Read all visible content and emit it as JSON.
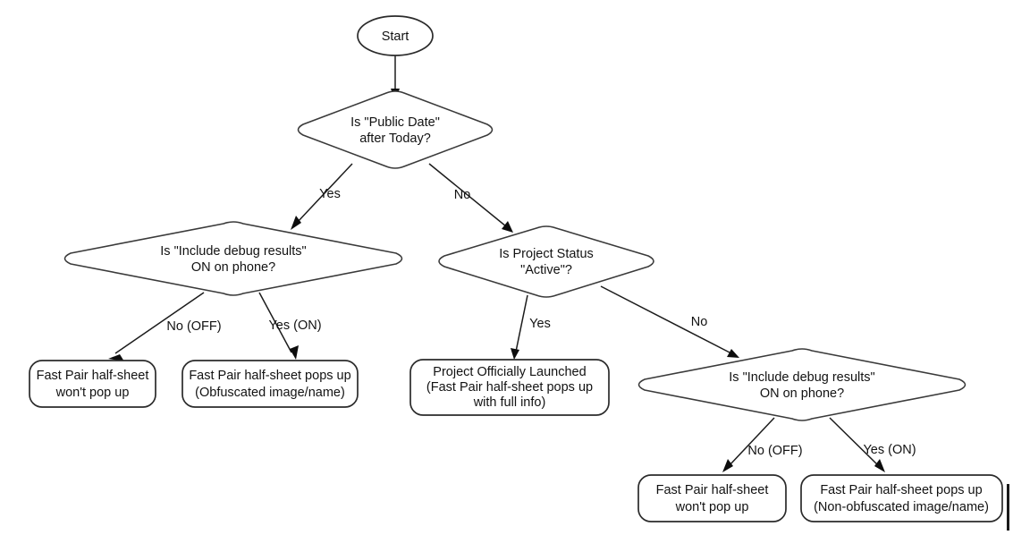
{
  "diagram": {
    "title": "Fast Pair Half-Sheet Decision Flowchart",
    "type": "flowchart",
    "background_color": "#ffffff",
    "node_fill": "#ffffff",
    "node_stroke": "#3a3a3a",
    "edge_color": "#1c1c1c",
    "text_color": "#121212"
  },
  "nodes": {
    "start": {
      "shape": "ellipse",
      "label": "Start",
      "lines": [
        "Start"
      ]
    },
    "public_date": {
      "shape": "diamond",
      "label": "Is \"Public Date\" after Today?",
      "lines": [
        "Is \"Public Date\"",
        "after Today?"
      ]
    },
    "debug_left": {
      "shape": "diamond",
      "label": "Is \"Include debug results\" ON on phone?",
      "lines": [
        "Is \"Include debug results\"",
        "ON on phone?"
      ]
    },
    "project_status": {
      "shape": "diamond",
      "label": "Is Project Status \"Active\"?",
      "lines": [
        "Is Project Status",
        "\"Active\"?"
      ]
    },
    "debug_right": {
      "shape": "diamond",
      "label": "Is \"Include debug results\" ON on phone?",
      "lines": [
        "Is \"Include debug results\"",
        "ON on phone?"
      ]
    },
    "no_popup_left": {
      "shape": "rounded-rect",
      "label": "Fast Pair half-sheet won't pop up",
      "lines": [
        "Fast Pair half-sheet",
        "won't pop up"
      ]
    },
    "obfuscated": {
      "shape": "rounded-rect",
      "label": "Fast Pair half-sheet pops up (Obfuscated image/name)",
      "lines": [
        "Fast Pair half-sheet pops up",
        "(Obfuscated image/name)"
      ]
    },
    "launched": {
      "shape": "rounded-rect",
      "label": "Project Officially Launched (Fast Pair half-sheet pops up with full info)",
      "lines": [
        "Project Officially Launched",
        "(Fast Pair half-sheet pops up",
        "with full info)"
      ]
    },
    "no_popup_right": {
      "shape": "rounded-rect",
      "label": "Fast Pair half-sheet won't pop up",
      "lines": [
        "Fast Pair half-sheet",
        "won't pop up"
      ]
    },
    "non_obfuscated": {
      "shape": "rounded-rect",
      "label": "Fast Pair half-sheet pops up (Non-obfuscated image/name)",
      "lines": [
        "Fast Pair half-sheet pops up",
        "(Non-obfuscated image/name)"
      ]
    }
  },
  "edges": {
    "start_to_public_date": {
      "from": "start",
      "to": "public_date",
      "label": ""
    },
    "public_date_yes": {
      "from": "public_date",
      "to": "debug_left",
      "label": "Yes"
    },
    "public_date_no": {
      "from": "public_date",
      "to": "project_status",
      "label": "No"
    },
    "debug_left_off": {
      "from": "debug_left",
      "to": "no_popup_left",
      "label": "No (OFF)"
    },
    "debug_left_on": {
      "from": "debug_left",
      "to": "obfuscated",
      "label": "Yes (ON)"
    },
    "project_status_yes": {
      "from": "project_status",
      "to": "launched",
      "label": "Yes"
    },
    "project_status_no": {
      "from": "project_status",
      "to": "debug_right",
      "label": "No"
    },
    "debug_right_off": {
      "from": "debug_right",
      "to": "no_popup_right",
      "label": "No (OFF)"
    },
    "debug_right_on": {
      "from": "debug_right",
      "to": "non_obfuscated",
      "label": "Yes (ON)"
    }
  }
}
